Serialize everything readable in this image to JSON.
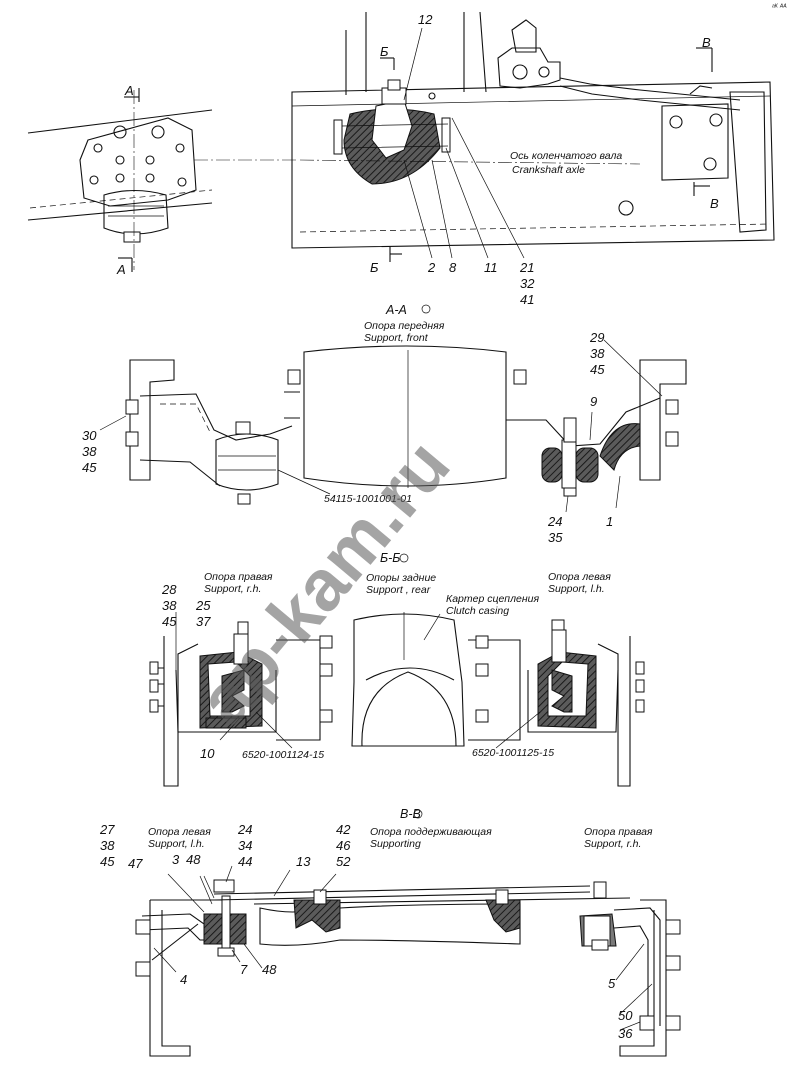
{
  "corner_mark": "ᵃᴷ ᴬᴬᴬ",
  "watermark": "ap-kam.ru",
  "top_view": {
    "crankshaft_ru": "Ось коленчатого вала",
    "crankshaft_en": "Crankshaft axle",
    "section_marks": {
      "a": "А",
      "b": "Б",
      "v": "В"
    },
    "callouts": [
      "12",
      "2",
      "8",
      "11",
      "21",
      "32",
      "41"
    ]
  },
  "section_aa": {
    "title": "А-А",
    "caption_ru": "Опора передняя",
    "caption_en": "Support, front",
    "part_number": "54115-1001001-01",
    "left_callouts": [
      "30",
      "38",
      "45"
    ],
    "right_callouts": [
      "29",
      "38",
      "45"
    ],
    "callout_9": "9",
    "bottom_callouts": [
      "24",
      "35"
    ],
    "callout_1": "1"
  },
  "section_bb": {
    "title": "Б-Б",
    "caption_ru": "Опоры задние",
    "caption_en": "Support , rear",
    "right_support_ru": "Опора правая",
    "right_support_en": "Support, r.h.",
    "left_support_ru": "Опора левая",
    "left_support_en": "Support, l.h.",
    "clutch_ru": "Картер сцепления",
    "clutch_en": "Clutch casing",
    "left_callouts": [
      "28",
      "38",
      "45"
    ],
    "callouts_25_37": [
      "25",
      "37"
    ],
    "callout_10": "10",
    "part_right": "6520-1001124-15",
    "part_left": "6520-1001125-15"
  },
  "section_vv": {
    "title": "В-В",
    "caption_ru": "Опора поддерживающая",
    "caption_en": "Supporting",
    "left_support_ru": "Опора левая",
    "left_support_en": "Support, l.h.",
    "right_support_ru": "Опора правая",
    "right_support_en": "Support, r.h.",
    "left_callouts": [
      "27",
      "38",
      "45"
    ],
    "callouts_24": [
      "24",
      "34",
      "44"
    ],
    "callouts_42": [
      "42",
      "46",
      "52"
    ],
    "callout_13": "13",
    "callout_47": "47",
    "callout_3": "3",
    "callout_48_top": "48",
    "callout_4": "4",
    "callout_7": "7",
    "callout_48_bottom": "48",
    "callout_5": "5",
    "callout_50": "50",
    "callout_36": "36"
  }
}
